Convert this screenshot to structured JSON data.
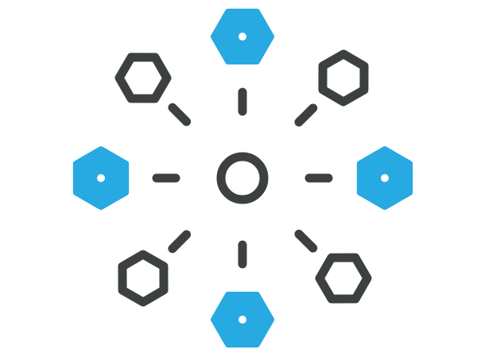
{
  "graphic": {
    "name": "network-hub-icon",
    "colors": {
      "background": "#ffffff",
      "dark": "#3d4040",
      "accent": "#27a9e1",
      "dot": "#ffffff"
    },
    "nodes": [
      {
        "name": "node-top-icon",
        "kind": "filled-hexagon"
      },
      {
        "name": "node-top-right-icon",
        "kind": "outline-hexagon"
      },
      {
        "name": "node-right-icon",
        "kind": "filled-hexagon"
      },
      {
        "name": "node-bottom-right-icon",
        "kind": "outline-hexagon"
      },
      {
        "name": "node-bottom-icon",
        "kind": "filled-hexagon"
      },
      {
        "name": "node-bottom-left-icon",
        "kind": "outline-hexagon"
      },
      {
        "name": "node-left-icon",
        "kind": "filled-hexagon"
      },
      {
        "name": "node-top-left-icon",
        "kind": "outline-hexagon"
      }
    ],
    "hub": {
      "name": "hub-circle-icon",
      "kind": "outline-circle"
    }
  }
}
